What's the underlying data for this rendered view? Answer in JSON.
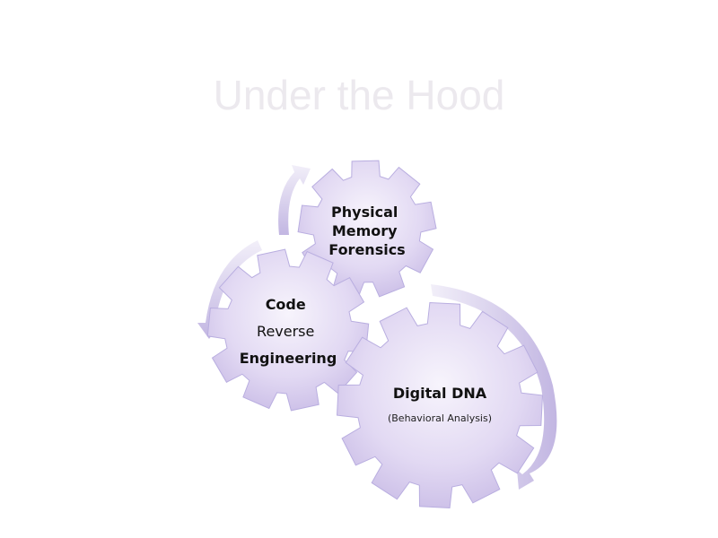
{
  "title": "Under the Hood",
  "gears": {
    "physical": {
      "lines": [
        "Physical",
        "Memory",
        "Forensics"
      ]
    },
    "code": {
      "lines": [
        "Code",
        "Reverse",
        "Engineering"
      ]
    },
    "dna": {
      "title": "Digital DNA",
      "subtitle": "(Behavioral Analysis)"
    }
  },
  "colors": {
    "gear_light": "#f7f4fc",
    "gear_dark": "#c9bce6",
    "gear_stroke": "#b9aee0",
    "arrow_light": "#f2eff9",
    "arrow_dark": "#c2b6e2",
    "title": "#ece9ee"
  }
}
